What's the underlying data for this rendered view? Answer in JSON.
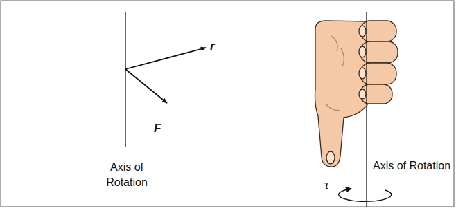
{
  "diagram": {
    "labels": [
      "r",
      "F",
      "Axis of Rotation",
      "Axis of Rotation",
      "τ"
    ]
  }
}
